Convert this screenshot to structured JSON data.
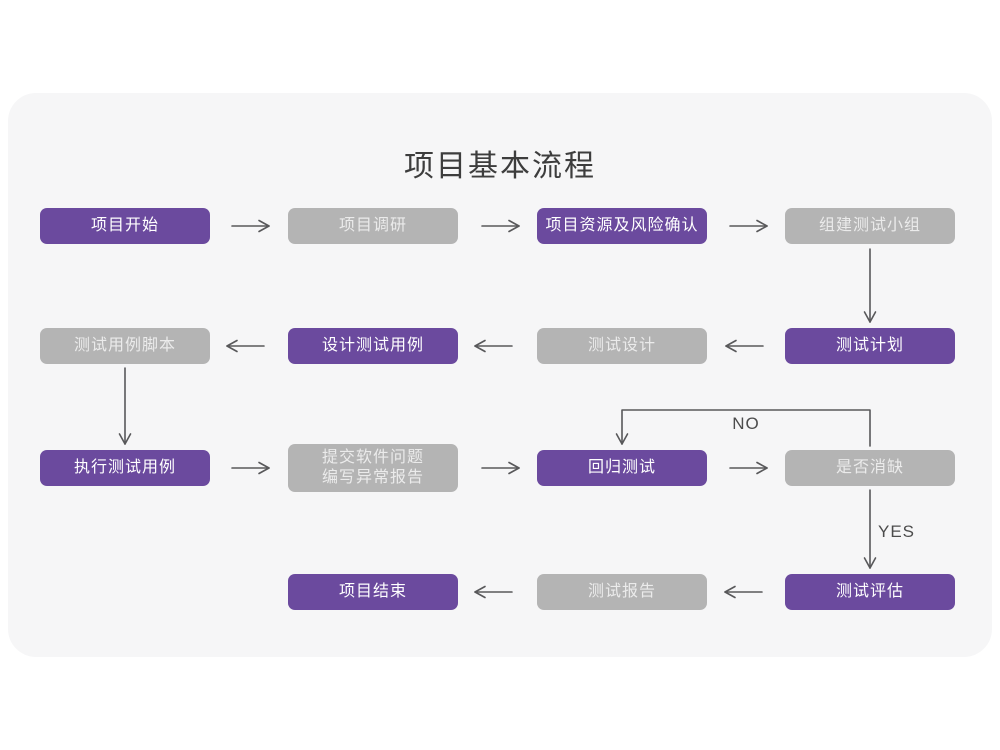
{
  "title": "项目基本流程",
  "colors": {
    "purple": "#6b4a9e",
    "gray": "#b4b4b4",
    "card_bg": "#f6f6f7",
    "arrow": "#58585a",
    "node_text": "#ffffff",
    "gray_node_text": "#ebebeb",
    "title_text": "#3d3d3d",
    "label_text": "#4c4c4c"
  },
  "nodes": {
    "project_start": "项目开始",
    "project_research": "项目调研",
    "resources_risk": "项目资源及风险确认",
    "build_test_team": "组建测试小组",
    "test_plan": "测试计划",
    "test_design": "测试设计",
    "design_test_cases": "设计测试用例",
    "test_case_script": "测试用例脚本",
    "execute_test_cases": "执行测试用例",
    "submit_issue_line1": "提交软件问题",
    "submit_issue_line2": "编写异常报告",
    "regression_test": "回归测试",
    "defect_cleared": "是否消缺",
    "test_evaluation": "测试评估",
    "test_report": "测试报告",
    "project_end": "项目结束"
  },
  "edge_labels": {
    "no": "NO",
    "yes": "YES"
  }
}
